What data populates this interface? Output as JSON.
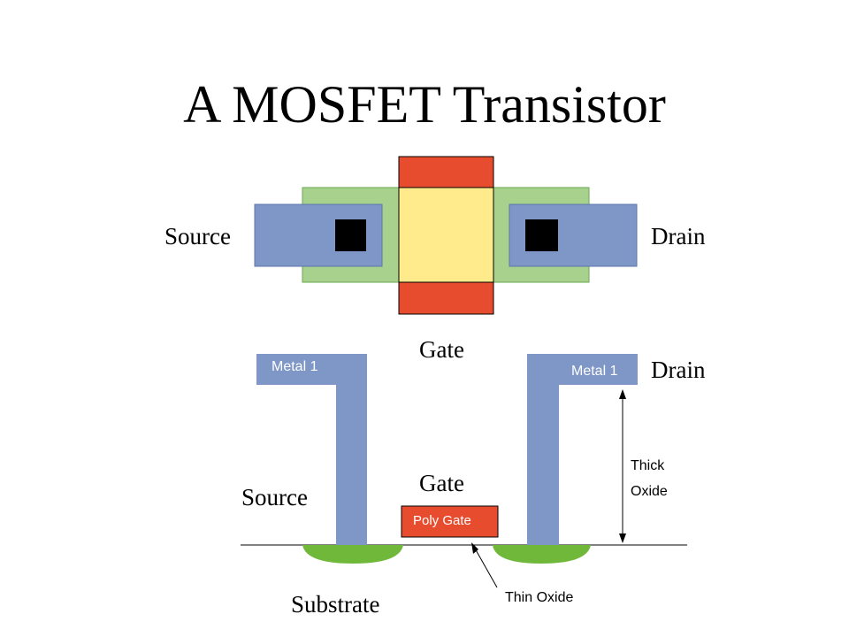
{
  "title": "A MOSFET Transistor",
  "top_view": {
    "source_label": "Source",
    "drain_label": "Drain",
    "gate_label": "Gate"
  },
  "cross_section": {
    "metal_left_label": "Metal 1",
    "metal_right_label": "Metal 1",
    "drain_label": "Drain",
    "gate_label": "Gate",
    "source_label": "Source",
    "poly_gate_label": "Poly Gate",
    "thick_oxide_label_line1": "Thick",
    "thick_oxide_label_line2": "Oxide",
    "thin_oxide_label": "Thin Oxide",
    "substrate_label": "Substrate"
  },
  "colors": {
    "diffusion": "#a9d18e",
    "metal": "#7f97c6",
    "poly": "#e84c2e",
    "gate_region": "#ffeb8c",
    "contact": "#000000",
    "well": "#70b83a"
  }
}
